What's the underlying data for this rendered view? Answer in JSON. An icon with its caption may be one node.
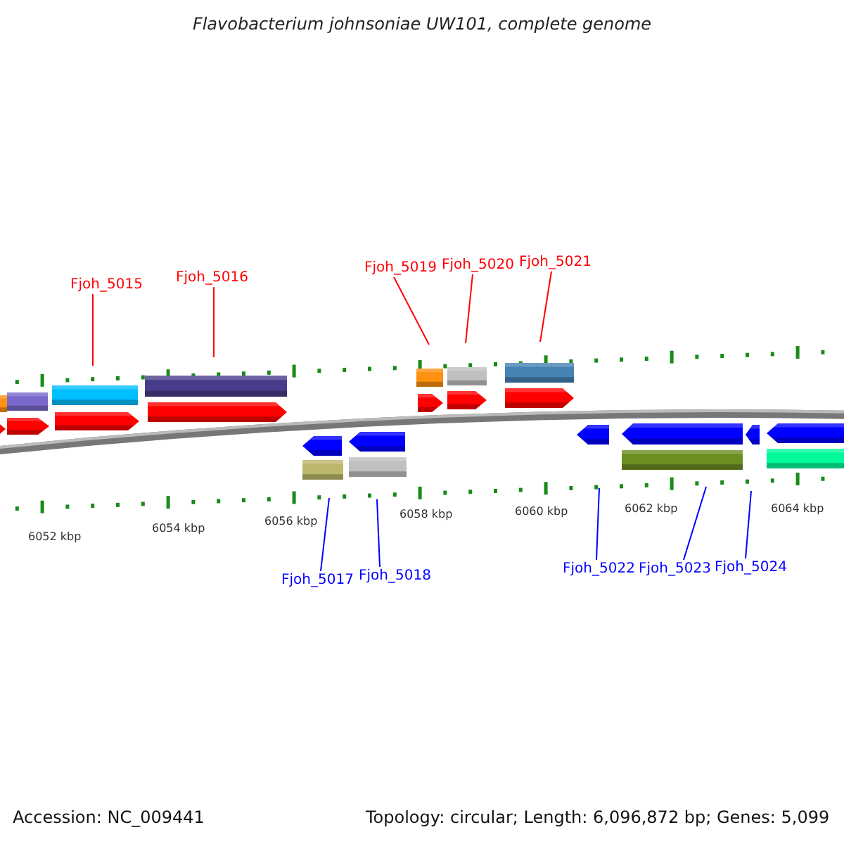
{
  "diagram": {
    "title": "Flavobacterium johnsoniae UW101, complete genome",
    "nodes": [
      {
        "text": [
          "Fjoh_5015"
        ]
      },
      {
        "text": [
          "Fjoh_5016"
        ]
      },
      {
        "text": [
          "Fjoh_5019"
        ]
      },
      {
        "text": [
          "Fjoh_5020"
        ]
      },
      {
        "text": [
          "Fjoh_5021"
        ]
      },
      {
        "text": [
          "Fjoh_5017"
        ]
      },
      {
        "text": [
          "Fjoh_5018"
        ]
      },
      {
        "text": [
          "Fjoh_5022"
        ]
      },
      {
        "text": [
          "Fjoh_5023"
        ]
      },
      {
        "text": [
          "Fjoh_5024"
        ]
      }
    ],
    "edges": [
      {
        "from": 0,
        "to": null,
        "arrow": "none",
        "color": "#ff0000"
      },
      {
        "from": 1,
        "to": null,
        "arrow": "none",
        "color": "#ff0000"
      },
      {
        "from": 2,
        "to": null,
        "arrow": "none",
        "color": "#ff0000"
      },
      {
        "from": 3,
        "to": null,
        "arrow": "none",
        "color": "#ff0000"
      },
      {
        "from": 4,
        "to": null,
        "arrow": "none",
        "color": "#ff0000"
      },
      {
        "from": 5,
        "to": null,
        "arrow": "none",
        "color": "#0000ff"
      },
      {
        "from": 6,
        "to": null,
        "arrow": "none",
        "color": "#0000ff"
      },
      {
        "from": 7,
        "to": null,
        "arrow": "none",
        "color": "#0000ff"
      },
      {
        "from": 8,
        "to": null,
        "arrow": "none",
        "color": "#0000ff"
      },
      {
        "from": 9,
        "to": null,
        "arrow": "none",
        "color": "#0000ff"
      }
    ],
    "labels": [
      "6052 kbp",
      "6054 kbp",
      "6056 kbp",
      "6058 kbp",
      "6060 kbp",
      "6062 kbp",
      "6064 kbp",
      "Accession: NC_009441",
      "Topology: circular; Length: 6,096,872 bp; Genes: 5,099"
    ]
  }
}
